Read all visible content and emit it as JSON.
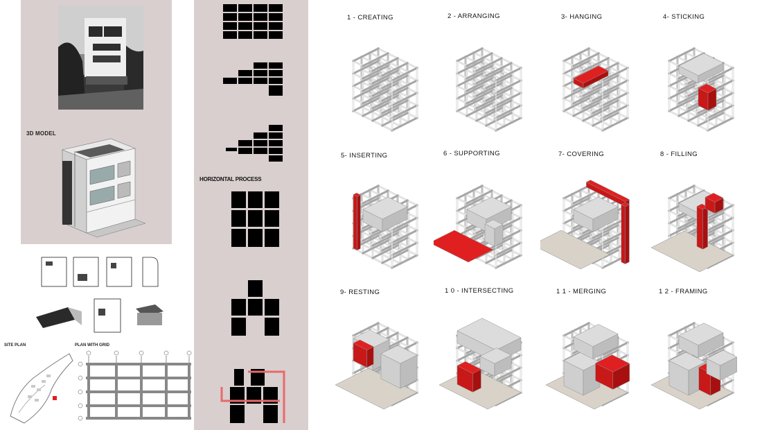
{
  "left_panel": {
    "model_label": "3D MODEL",
    "site_plan_label": "SITE PLAN",
    "grid_plan_label": "PLAN WITH GRID"
  },
  "middle_panel": {
    "horizontal_process_label": "HORIZONTAL PROCESS"
  },
  "steps": [
    {
      "label": "1 - CREATING",
      "highlight": "none"
    },
    {
      "label": "2 - ARRANGING",
      "highlight": "none"
    },
    {
      "label": "3- HANGING",
      "highlight": "red-bar-horizontal"
    },
    {
      "label": "4- STICKING",
      "highlight": "red-bar-vertical"
    },
    {
      "label": "5-  INSERTING",
      "highlight": "red-column-left"
    },
    {
      "label": "6 - SUPPORTING",
      "highlight": "red-plate-bottom"
    },
    {
      "label": "7- COVERING",
      "highlight": "red-l-frame"
    },
    {
      "label": "8 - FILLING",
      "highlight": "red-core"
    },
    {
      "label": "9-  RESTING",
      "highlight": "red-box-left"
    },
    {
      "label": "1 0 - INTERSECTING",
      "highlight": "red-box-bottom-left"
    },
    {
      "label": "1 1  - MERGING",
      "highlight": "red-box-right"
    },
    {
      "label": "1 2  - FRAMING",
      "highlight": "red-box-center"
    }
  ],
  "colors": {
    "accent_red": "#e02020",
    "panel_pink": "#d9cfcf",
    "frame_light": "#e3e3e3",
    "frame_mid": "#c2c2c2",
    "frame_dark": "#a6a6a6"
  }
}
